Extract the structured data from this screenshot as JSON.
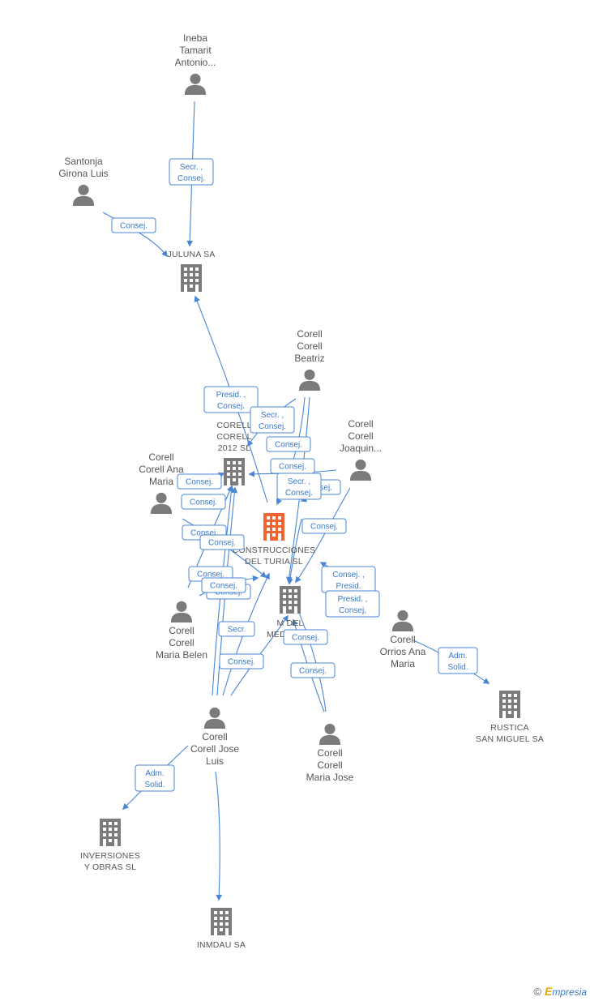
{
  "people": [
    {
      "id": "ineba",
      "lines": [
        "Ineba",
        "Tamarit",
        "Antonio..."
      ]
    },
    {
      "id": "santonja",
      "lines": [
        "Santonja",
        "Girona Luis"
      ]
    },
    {
      "id": "beatriz",
      "lines": [
        "Corell",
        "Corell",
        "Beatriz"
      ]
    },
    {
      "id": "joaquin",
      "lines": [
        "Corell",
        "Corell",
        "Joaquin..."
      ]
    },
    {
      "id": "anamaria",
      "lines": [
        "Corell",
        "Corell Ana",
        "Maria"
      ]
    },
    {
      "id": "belen",
      "lines": [
        "Corell",
        "Corell",
        "Maria Belen"
      ]
    },
    {
      "id": "orrios",
      "lines": [
        "Corell",
        "Orrios Ana",
        "Maria"
      ]
    },
    {
      "id": "joseluis",
      "lines": [
        "Corell",
        "Corell Jose",
        "Luis"
      ]
    },
    {
      "id": "mariajose",
      "lines": [
        "Corell",
        "Corell",
        "Maria Jose"
      ]
    }
  ],
  "companies": [
    {
      "id": "juluna",
      "lines": [
        "JULUNA SA"
      ],
      "main": false
    },
    {
      "id": "corell2012",
      "lines": [
        "CORELL",
        "CORELL",
        "2012 SL"
      ],
      "main": false
    },
    {
      "id": "turia",
      "lines": [
        "CONSTRUCCIONES",
        "DEL TURIA SL"
      ],
      "main": true
    },
    {
      "id": "mediter",
      "lines": [
        "M DEL",
        "MEDITER..."
      ],
      "main": false
    },
    {
      "id": "rustica",
      "lines": [
        "RUSTICA",
        "SAN MIGUEL SA"
      ],
      "main": false
    },
    {
      "id": "inversiones",
      "lines": [
        "INVERSIONES",
        "Y OBRAS SL"
      ],
      "main": false
    },
    {
      "id": "inmdau",
      "lines": [
        "INMDAU SA"
      ],
      "main": false
    }
  ],
  "badges": [
    {
      "id": "b1",
      "lines": [
        "Secr. ,",
        "Consej."
      ]
    },
    {
      "id": "b2",
      "lines": [
        "Consej."
      ]
    },
    {
      "id": "b3",
      "lines": [
        "Presid. ,",
        "Consej."
      ]
    },
    {
      "id": "b4",
      "lines": [
        "Secr. ,",
        "Consej."
      ]
    },
    {
      "id": "b5",
      "lines": [
        "Consej."
      ]
    },
    {
      "id": "b6",
      "lines": [
        "Consej."
      ]
    },
    {
      "id": "b7",
      "lines": [
        "Consej."
      ]
    },
    {
      "id": "b8",
      "lines": [
        "Secr. ,",
        "Consej."
      ]
    },
    {
      "id": "b9",
      "lines": [
        "Consej."
      ]
    },
    {
      "id": "b10",
      "lines": [
        "Consej."
      ]
    },
    {
      "id": "b11",
      "lines": [
        "Consej."
      ]
    },
    {
      "id": "b12",
      "lines": [
        "Consej."
      ]
    },
    {
      "id": "b13",
      "lines": [
        "Consej."
      ]
    },
    {
      "id": "b14",
      "lines": [
        "Consej."
      ]
    },
    {
      "id": "b15",
      "lines": [
        "Consej."
      ]
    },
    {
      "id": "b16",
      "lines": [
        "Consej. ,",
        "Presid."
      ]
    },
    {
      "id": "b17",
      "lines": [
        "Presid. ,",
        "Consej."
      ]
    },
    {
      "id": "b18",
      "lines": [
        "Secr."
      ]
    },
    {
      "id": "b19",
      "lines": [
        "Consej."
      ]
    },
    {
      "id": "b20",
      "lines": [
        "Consej."
      ]
    },
    {
      "id": "b21",
      "lines": [
        "Consej."
      ]
    },
    {
      "id": "b22",
      "lines": [
        "Adm.",
        "Solid."
      ]
    },
    {
      "id": "b23",
      "lines": [
        "Adm.",
        "Solid."
      ]
    },
    {
      "id": "b24",
      "lines": [
        "Consej."
      ]
    }
  ],
  "brand": {
    "copyright": "©",
    "initial": "E",
    "name": "mpresia"
  }
}
